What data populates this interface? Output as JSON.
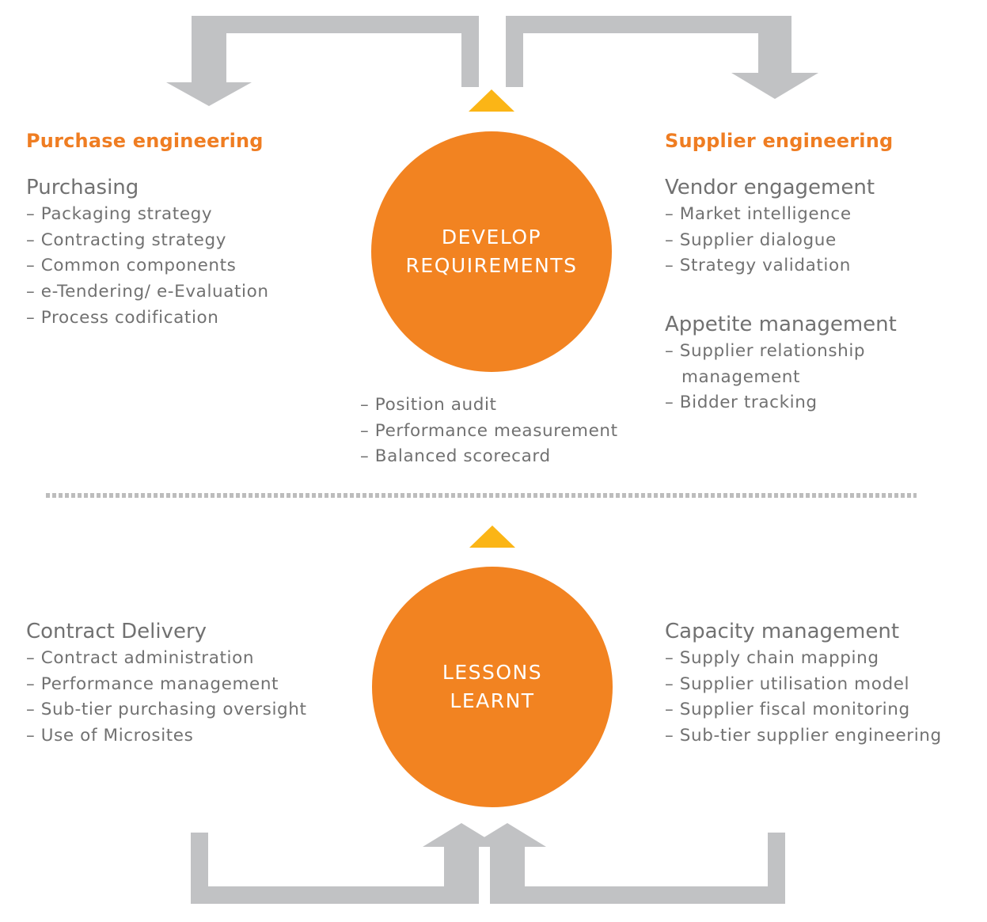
{
  "colors": {
    "accent": "#ef7d22",
    "circle": "#f28321",
    "arrow": "#c1c2c4",
    "triangle": "#fbb516",
    "text": "#717171"
  },
  "top_circle": {
    "line1": "DEVELOP",
    "line2": "REQUIREMENTS"
  },
  "bottom_circle": {
    "line1": "LESSONS",
    "line2": "LEARNT"
  },
  "left_top": {
    "heading": "Purchase engineering",
    "title": "Purchasing",
    "items": [
      "– Packaging strategy",
      "– Contracting strategy",
      "– Common components",
      "– e-Tendering/ e-Evaluation",
      "– Process codification"
    ]
  },
  "right_top": {
    "heading": "Supplier engineering",
    "vendor": {
      "title": "Vendor engagement",
      "items": [
        "– Market intelligence",
        "– Supplier dialogue",
        "– Strategy validation"
      ]
    },
    "appetite": {
      "title": "Appetite management",
      "item1_line1": "– Supplier relationship",
      "item1_line2": "management",
      "item2": "– Bidder tracking"
    }
  },
  "center_list": {
    "items": [
      "– Position audit",
      "– Performance measurement",
      "– Balanced scorecard"
    ]
  },
  "left_bottom": {
    "title": "Contract Delivery",
    "items": [
      "– Contract administration",
      "– Performance management",
      "– Sub-tier purchasing oversight",
      "– Use of Microsites"
    ]
  },
  "right_bottom": {
    "title": "Capacity management",
    "items": [
      "– Supply chain mapping",
      "– Supplier utilisation model",
      "– Supplier fiscal monitoring",
      "– Sub-tier supplier engineering"
    ]
  }
}
